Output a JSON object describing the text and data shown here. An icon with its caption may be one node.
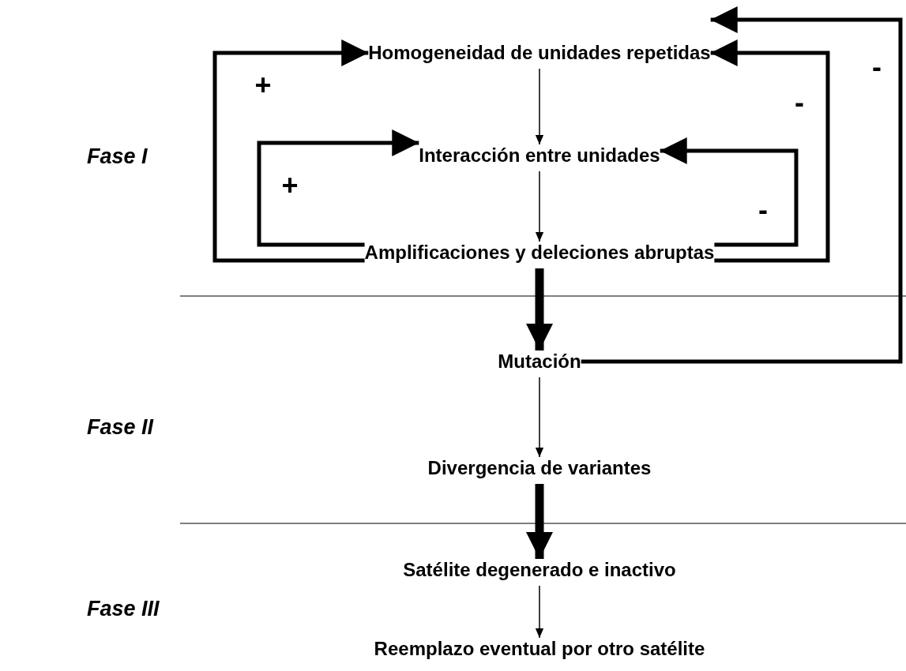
{
  "diagram": {
    "nodes": [
      {
        "text": [
          "Homogeneidad de unidades repetidas"
        ]
      },
      {
        "text": [
          "Interacción entre unidades"
        ]
      },
      {
        "text": [
          "Amplificaciones y deleciones abruptas"
        ]
      },
      {
        "text": [
          "Mutación"
        ]
      },
      {
        "text": [
          "Divergencia de variantes"
        ]
      },
      {
        "text": [
          "Satélite degenerado e inactivo"
        ]
      },
      {
        "text": [
          "Reemplazo eventual por otro satélite"
        ]
      }
    ],
    "edges": [
      {
        "from": 0,
        "to": 1,
        "arrow": "to"
      },
      {
        "from": 1,
        "to": 2,
        "arrow": "to"
      },
      {
        "from": 2,
        "to": 3,
        "arrow": "to",
        "style": "thick"
      },
      {
        "from": 3,
        "to": 4,
        "arrow": "to"
      },
      {
        "from": 4,
        "to": 5,
        "arrow": "to",
        "style": "thick"
      },
      {
        "from": 5,
        "to": 6,
        "arrow": "to"
      },
      {
        "from": 2,
        "to": 0,
        "arrow": "to",
        "label": "+"
      },
      {
        "from": 2,
        "to": 1,
        "arrow": "to",
        "label": "+"
      },
      {
        "from": 2,
        "to": 1,
        "arrow": "to",
        "label": "-"
      },
      {
        "from": 2,
        "to": 0,
        "arrow": "to",
        "label": "-"
      },
      {
        "from": 3,
        "to": 0,
        "arrow": "to",
        "label": "-"
      }
    ],
    "labels": [
      "Fase I",
      "Fase II",
      "Fase III"
    ]
  }
}
